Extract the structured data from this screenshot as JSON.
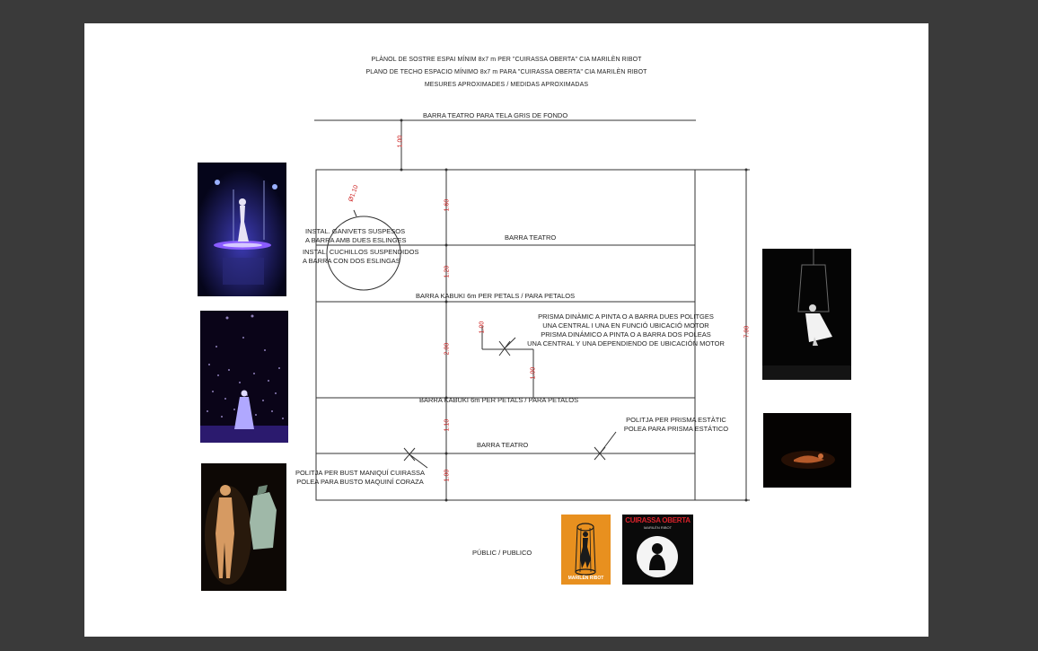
{
  "header": {
    "line1": "PLÀNOL DE SOSTRE ESPAI MÍNIM 8x7 m PER \"CUIRASSA OBERTA\" CIA MARILÈN RIBOT",
    "line2": "PLANO DE TECHO ESPACIO MÍNIMO 8x7 m PARA \"CUIRASSA OBERTA\" CIA MARILÈN RIBOT",
    "line3": "MESURES APROXIMADES / MEDIDAS APROXIMADAS"
  },
  "labels": {
    "back_bar": "BARRA TEATRO PARA TELA GRIS DE FONDO",
    "knives_ca_1": "INSTAL. GANIVETS SUSPESOS",
    "knives_ca_2": "A BARRA AMB DUES ESLINGES",
    "knives_es_1": "INSTAL. CUCHILLOS SUSPENDIDOS",
    "knives_es_2": "A BARRA CON DOS ESLINGAS",
    "bar_theatre_1": "BARRA TEATRO",
    "kabuki_1": "BARRA KABUKI 6m PER PETALS / PARA PETALOS",
    "prism_ca_1": "PRISMA DINÀMIC A PINTA O A BARRA DUES POLITGES",
    "prism_ca_2": "UNA CENTRAL I UNA EN FUNCIÓ UBICACIÓ MOTOR",
    "prism_es_1": "PRISMA DINÁMICO A PINTA O A BARRA DOS POLEAS",
    "prism_es_2": "UNA CENTRAL Y UNA DEPENDIENDO DE UBICACIÓN MOTOR",
    "kabuki_2": "BARRA KABUKI 6m PER PETALS / PARA PETALOS",
    "static_ca": "POLITJA PER PRISMA ESTÀTIC",
    "static_es": "POLEA PARA PRISMA ESTÁTICO",
    "bar_theatre_2": "BARRA TEATRO",
    "bust_ca": "POLITJA PER BUST MANIQUÍ CUIRASSA",
    "bust_es": "POLEA PARA BUSTO MAQUINÍ CORAZA",
    "audience": "PÚBLIC / PUBLICO"
  },
  "dimensions": {
    "d_top": "1.00",
    "d_circle": "Ø1.10",
    "d_1": "1.60",
    "d_2": "1.20",
    "d_3": "1.00",
    "d_4": "1.00",
    "d_5": "2.00",
    "d_6": "1.10",
    "d_7": "1.00",
    "d_total": "7.00"
  },
  "posters": {
    "logo_name": "MARILÈN RIBOT",
    "poster_title": "CUIRASSA OBERTA",
    "poster_sub": "MARILÈN RIBOT"
  },
  "colors": {
    "background": "#3a3a3a",
    "page": "#ffffff",
    "dimension_red": "#cc1a1a",
    "logo_orange": "#e8901f"
  }
}
